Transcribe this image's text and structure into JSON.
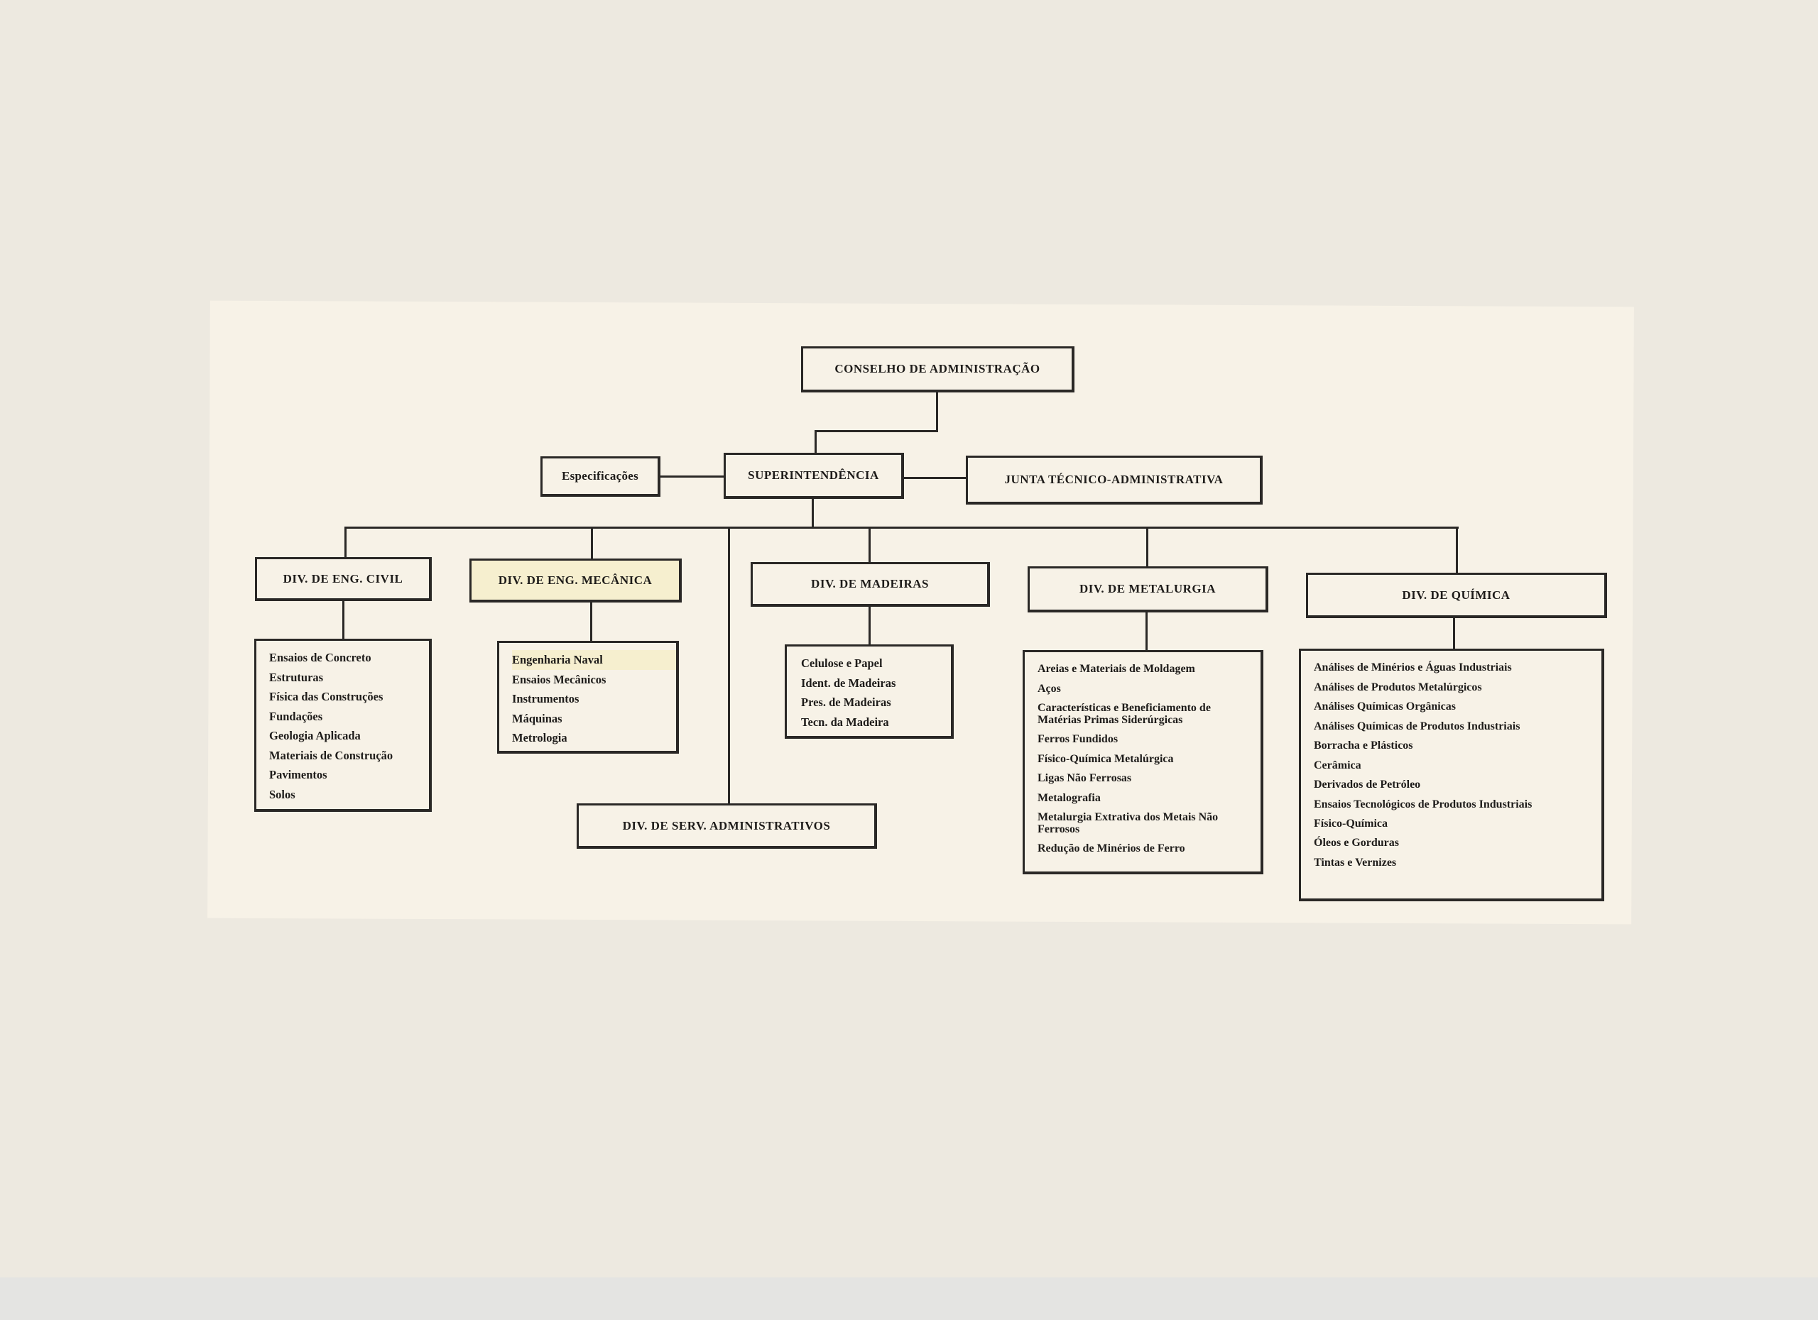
{
  "chart": {
    "top": "CONSELHO DE ADMINISTRAÇÃO",
    "superintendencia": "SUPERINTENDÊNCIA",
    "especificacoes": "Especificações",
    "junta": "JUNTA TÉCNICO-ADMINISTRATIVA",
    "servicos": "DIV. DE SERV. ADMINISTRATIVOS",
    "divisions": [
      {
        "title": "DIV. DE ENG. CIVIL",
        "items": [
          "Ensaios de Concreto",
          "Estruturas",
          "Física das Construções",
          "Fundações",
          "Geologia Aplicada",
          "Materiais de Construção",
          "Pavimentos",
          "Solos"
        ]
      },
      {
        "title": "DIV. DE ENG. MECÂNICA",
        "items": [
          "Engenharia Naval",
          "Ensaios Mecânicos",
          "Instrumentos",
          "Máquinas",
          "Metrologia"
        ]
      },
      {
        "title": "DIV. DE MADEIRAS",
        "items": [
          "Celulose e Papel",
          "Ident. de Madeiras",
          "Pres. de Madeiras",
          "Tecn. da Madeira"
        ]
      },
      {
        "title": "DIV. DE METALURGIA",
        "items": [
          "Areias e Materiais de Moldagem",
          "Aços",
          "Características e Beneficiamento de Matérias Primas Siderúrgicas",
          "Ferros Fundidos",
          "Físico-Química Metalúrgica",
          "Ligas Não Ferrosas",
          "Metalografia",
          "Metalurgia Extrativa dos Metais Não Ferrosos",
          "Redução de Minérios de Ferro"
        ]
      },
      {
        "title": "DIV. DE QUÍMICA",
        "items": [
          "Análises de Minérios e Águas Industriais",
          "Análises de Produtos Metalúrgicos",
          "Análises Químicas Orgânicas",
          "Análises Químicas de Produtos Industriais",
          "Borracha e Plásticos",
          "Cerâmica",
          "Derivados de Petróleo",
          "Ensaios Tecnológicos de Produtos Industriais",
          "Físico-Química",
          "Óleos e Gorduras",
          "Tintas e Vernizes"
        ]
      }
    ]
  }
}
